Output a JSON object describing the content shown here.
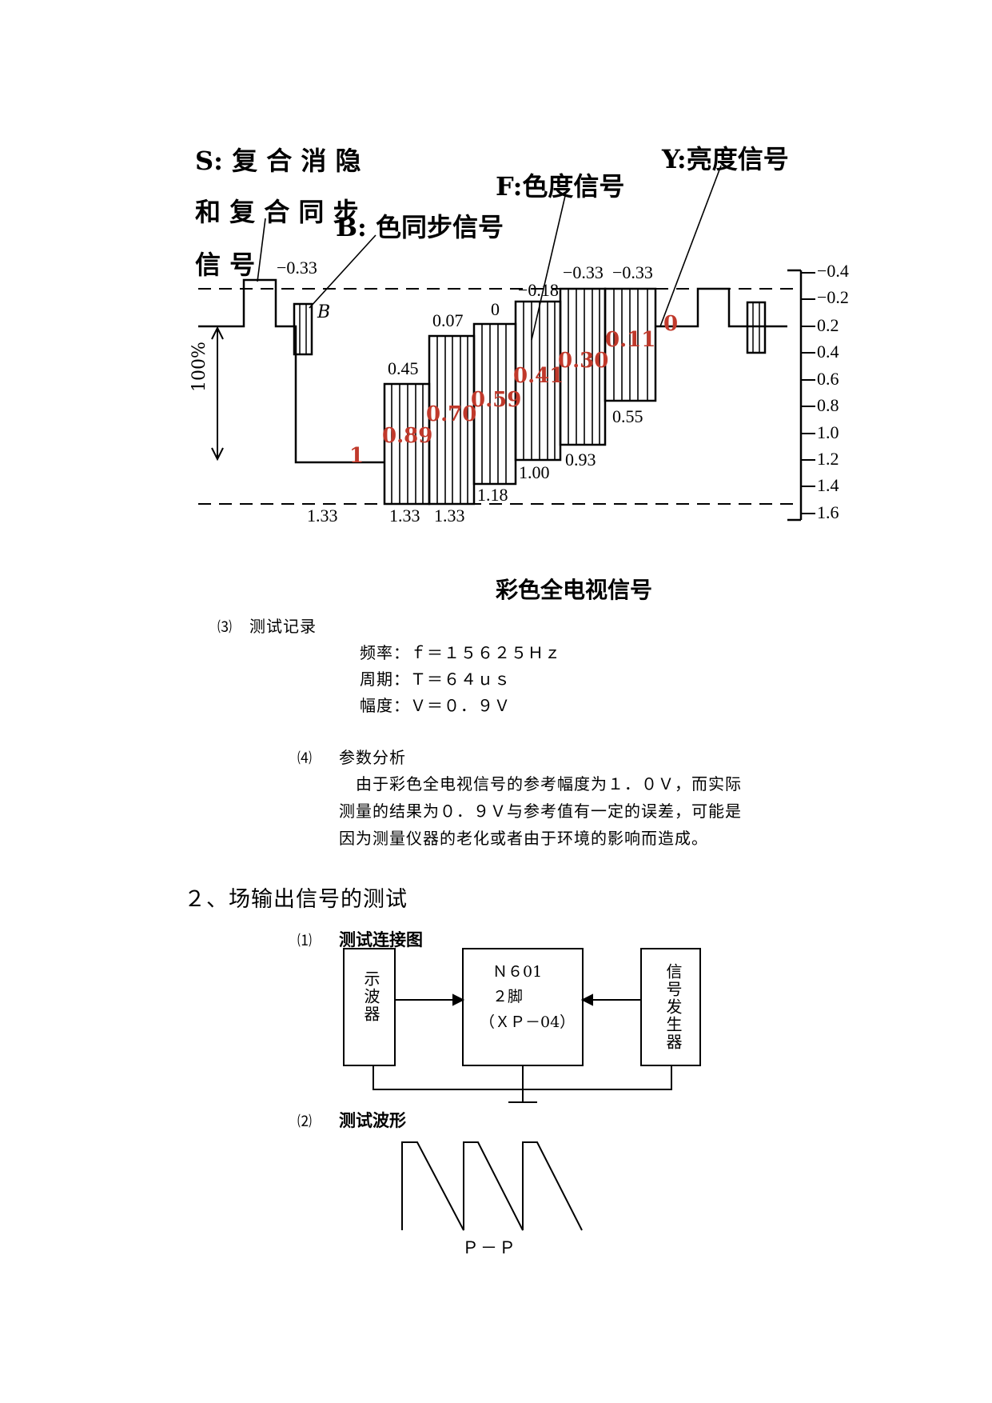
{
  "figure1": {
    "annotations": {
      "s_line1": "S: 复 合 消 隐",
      "s_line2": "和 复 合 同 步",
      "s_line3": "信 号",
      "b_label": "B:  色同步信号",
      "f_label": "F:色度信号",
      "y_label": "Y:亮度信号",
      "burst_letter": "B"
    },
    "y_axis": {
      "label": "100%",
      "ticks": [
        "−0.4",
        "−0.2",
        "0.2",
        "0.4",
        "0.6",
        "0.8",
        "1.0",
        "1.2",
        "1.4",
        "1.6"
      ]
    },
    "top_values": [
      "−0.33",
      "0.45",
      "0.07",
      "0",
      "−0.18",
      "−0.33",
      "−0.33"
    ],
    "bottom_values": [
      "1.33",
      "1.33",
      "1.33",
      "1.18",
      "1.00",
      "0.93",
      "0.55"
    ],
    "luminance_values": [
      "1",
      "0.89",
      "0.70",
      "0.59",
      "0.41",
      "0.30",
      "0.11",
      "0"
    ],
    "luminance_color": "#c0392b",
    "caption": "彩色全电视信号"
  },
  "section3": {
    "number": "⑶",
    "title": "测试记录",
    "lines": [
      "频率：ｆ＝１５６２５Ｈｚ",
      "周期：Ｔ＝６４ｕｓ",
      "幅度：Ｖ＝０．９Ｖ"
    ]
  },
  "section4": {
    "number": "⑷",
    "title": "参数分析",
    "lines": [
      "　由于彩色全电视信号的参考幅度为１．０Ｖ，而实际",
      "测量的结果为０．９Ｖ与参考值有一定的误差，可能是",
      "因为测量仪器的老化或者由于环境的影响而造成。"
    ]
  },
  "part2": {
    "heading": "２、场输出信号的测试",
    "item1": {
      "number": "⑴",
      "title": "测试连接图"
    },
    "diagram": {
      "left_box": "示波器",
      "center_line1": "Ｎ６01",
      "center_line2": "２脚",
      "center_line3": "（ＸＰ－04）",
      "right_box": "信号发生器"
    },
    "item2": {
      "number": "⑵",
      "title": "测试波形"
    },
    "waveform_label": "Ｐ－Ｐ"
  }
}
